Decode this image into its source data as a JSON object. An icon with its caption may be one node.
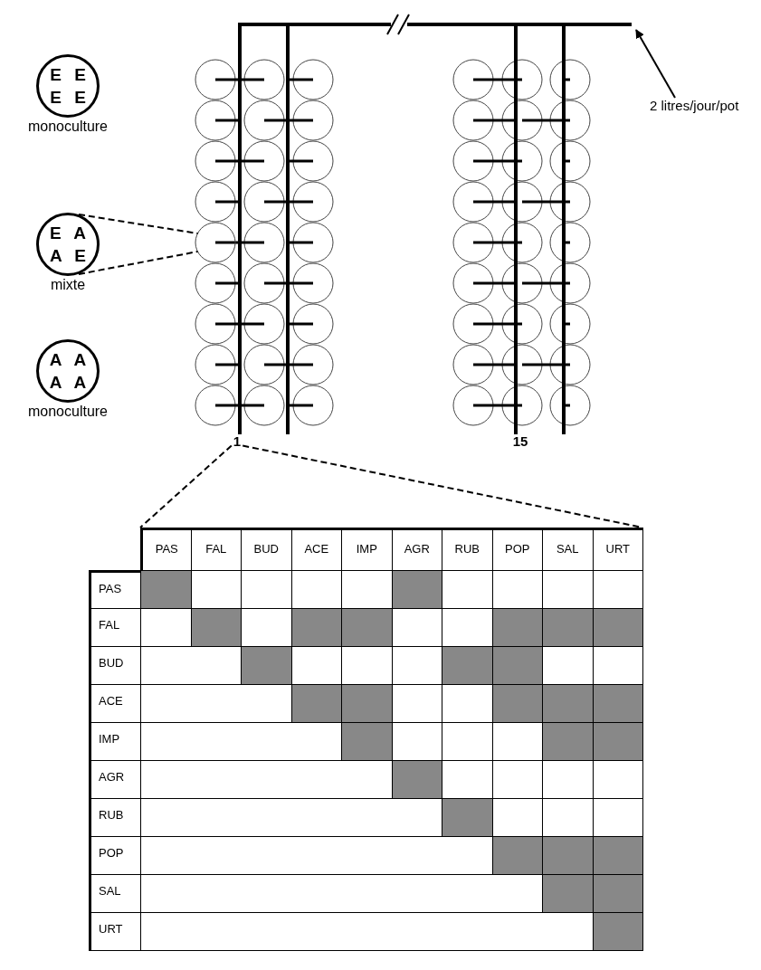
{
  "diagram": {
    "nodes": [
      {
        "text": [
          "E E E E"
        ],
        "beside": [
          "monoculture"
        ]
      },
      {
        "text": [
          "E A A E"
        ],
        "beside": [
          "mixte"
        ]
      },
      {
        "text": [
          "A A A A"
        ],
        "beside": [
          "monoculture"
        ]
      },
      {
        "text": [],
        "shape": "circle"
      },
      {
        "text": [
          "1"
        ]
      },
      {
        "text": [],
        "shape": "table"
      },
      {
        "text": [
          "2 litres/jour/pot"
        ]
      }
    ],
    "edges": [
      {
        "from": 1,
        "to": 3,
        "arrow": "none",
        "style": "dashed"
      },
      {
        "from": 4,
        "to": 5,
        "arrow": "none",
        "style": "dashed"
      },
      {
        "from": 6,
        "to": null,
        "arrow": "to"
      }
    ],
    "labels": [
      "15",
      "PAS",
      "FAL",
      "BUD",
      "ACE",
      "IMP",
      "AGR",
      "RUB",
      "POP",
      "SAL",
      "URT",
      "PAS",
      "FAL",
      "BUD",
      "ACE",
      "IMP",
      "AGR",
      "RUB",
      "POP",
      "SAL",
      "URT"
    ]
  }
}
